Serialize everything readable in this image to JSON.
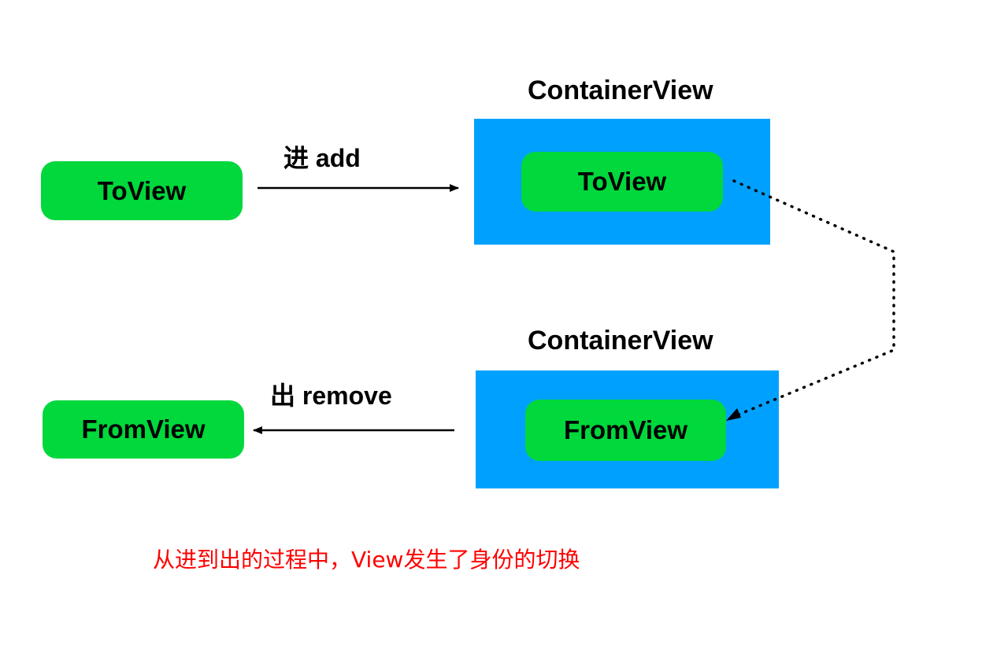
{
  "top_row": {
    "container_title": "ContainerView",
    "source_view": "ToView",
    "inner_view": "ToView",
    "arrow_label": "进 add",
    "arrow_direction": "right"
  },
  "bottom_row": {
    "container_title": "ContainerView",
    "target_view": "FromView",
    "inner_view": "FromView",
    "arrow_label": "出 remove",
    "arrow_direction": "left"
  },
  "caption": "从进到出的过程中，View发生了身份的切换",
  "colors": {
    "container": "#00a1fe",
    "view": "#00d83c",
    "caption": "#ff0000",
    "line": "#000000"
  }
}
